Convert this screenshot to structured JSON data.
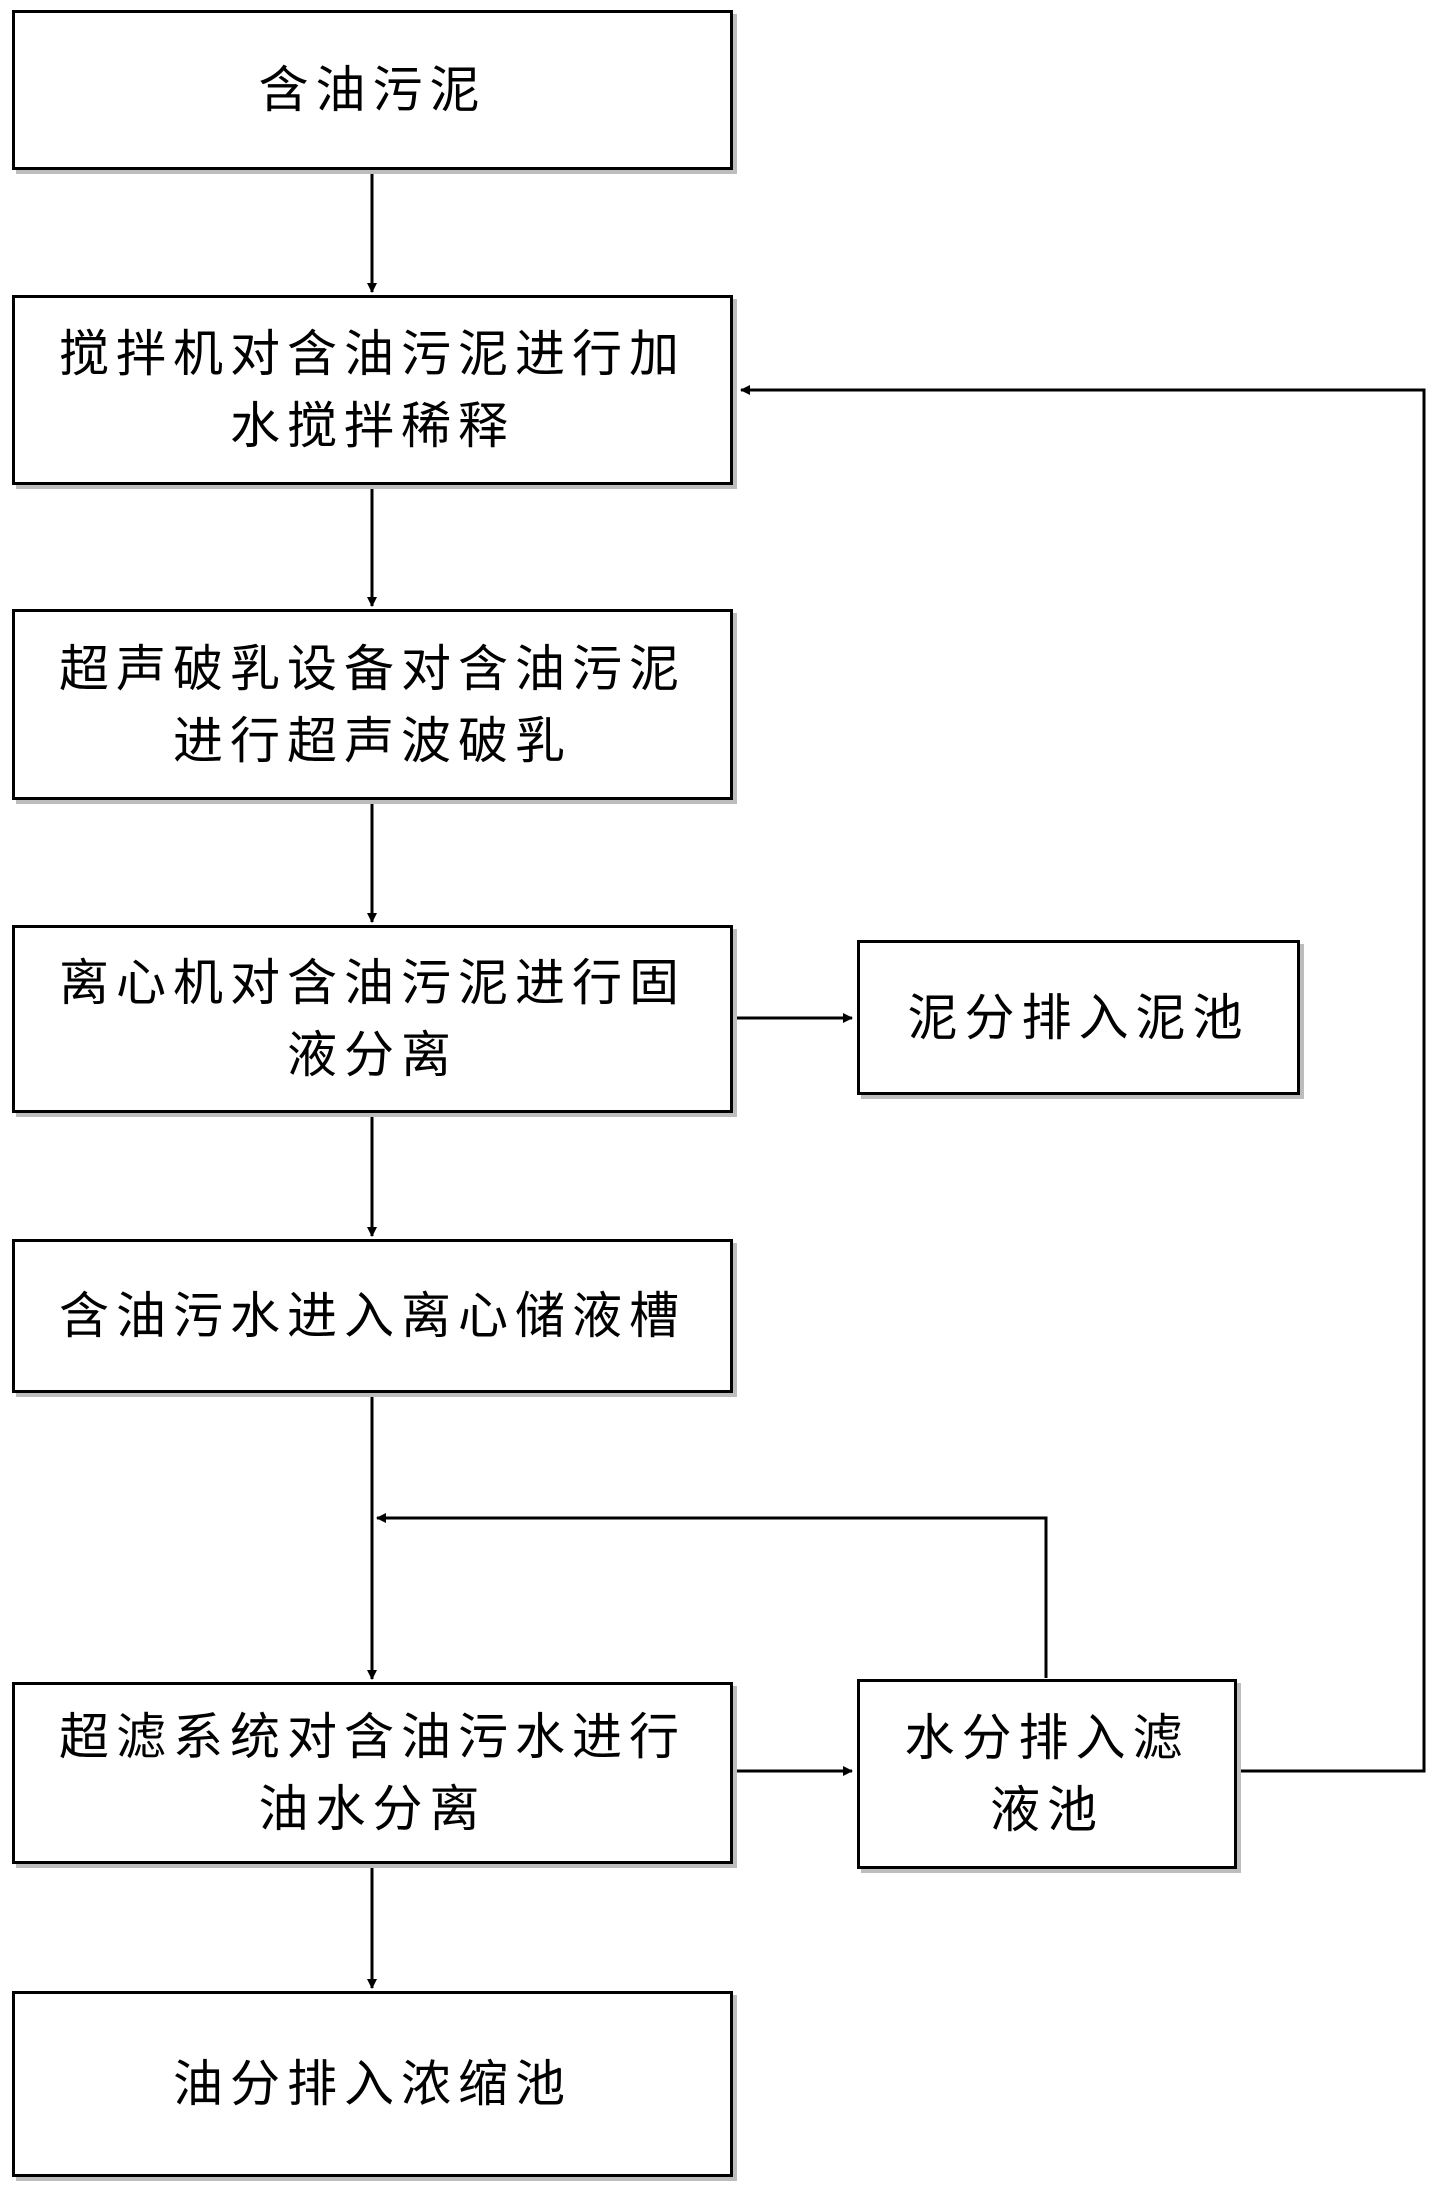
{
  "steps": {
    "oily_sludge": {
      "line1": "含油污泥"
    },
    "mix_dilute": {
      "line1": "搅拌机对含油污泥进行加",
      "line2": "水搅拌稀释"
    },
    "ultrasonic": {
      "line1": "超声破乳设备对含油污泥",
      "line2": "进行超声波破乳"
    },
    "centrifuge": {
      "line1": "离心机对含油污泥进行固",
      "line2": "液分离"
    },
    "storage_tank": {
      "line1": "含油污水进入离心储液槽"
    },
    "ultrafiltration": {
      "line1": "超滤系统对含油污水进行",
      "line2": "油水分离"
    },
    "oil_out": {
      "line1": "油分排入浓缩池"
    }
  },
  "side_outputs": {
    "mud_out": {
      "line1": "泥分排入泥池"
    },
    "water_out": {
      "line1": "水分排入滤",
      "line2": "液池"
    }
  },
  "colors": {
    "line": "#000000",
    "shadow": "#bdbdbd",
    "background": "#ffffff"
  }
}
